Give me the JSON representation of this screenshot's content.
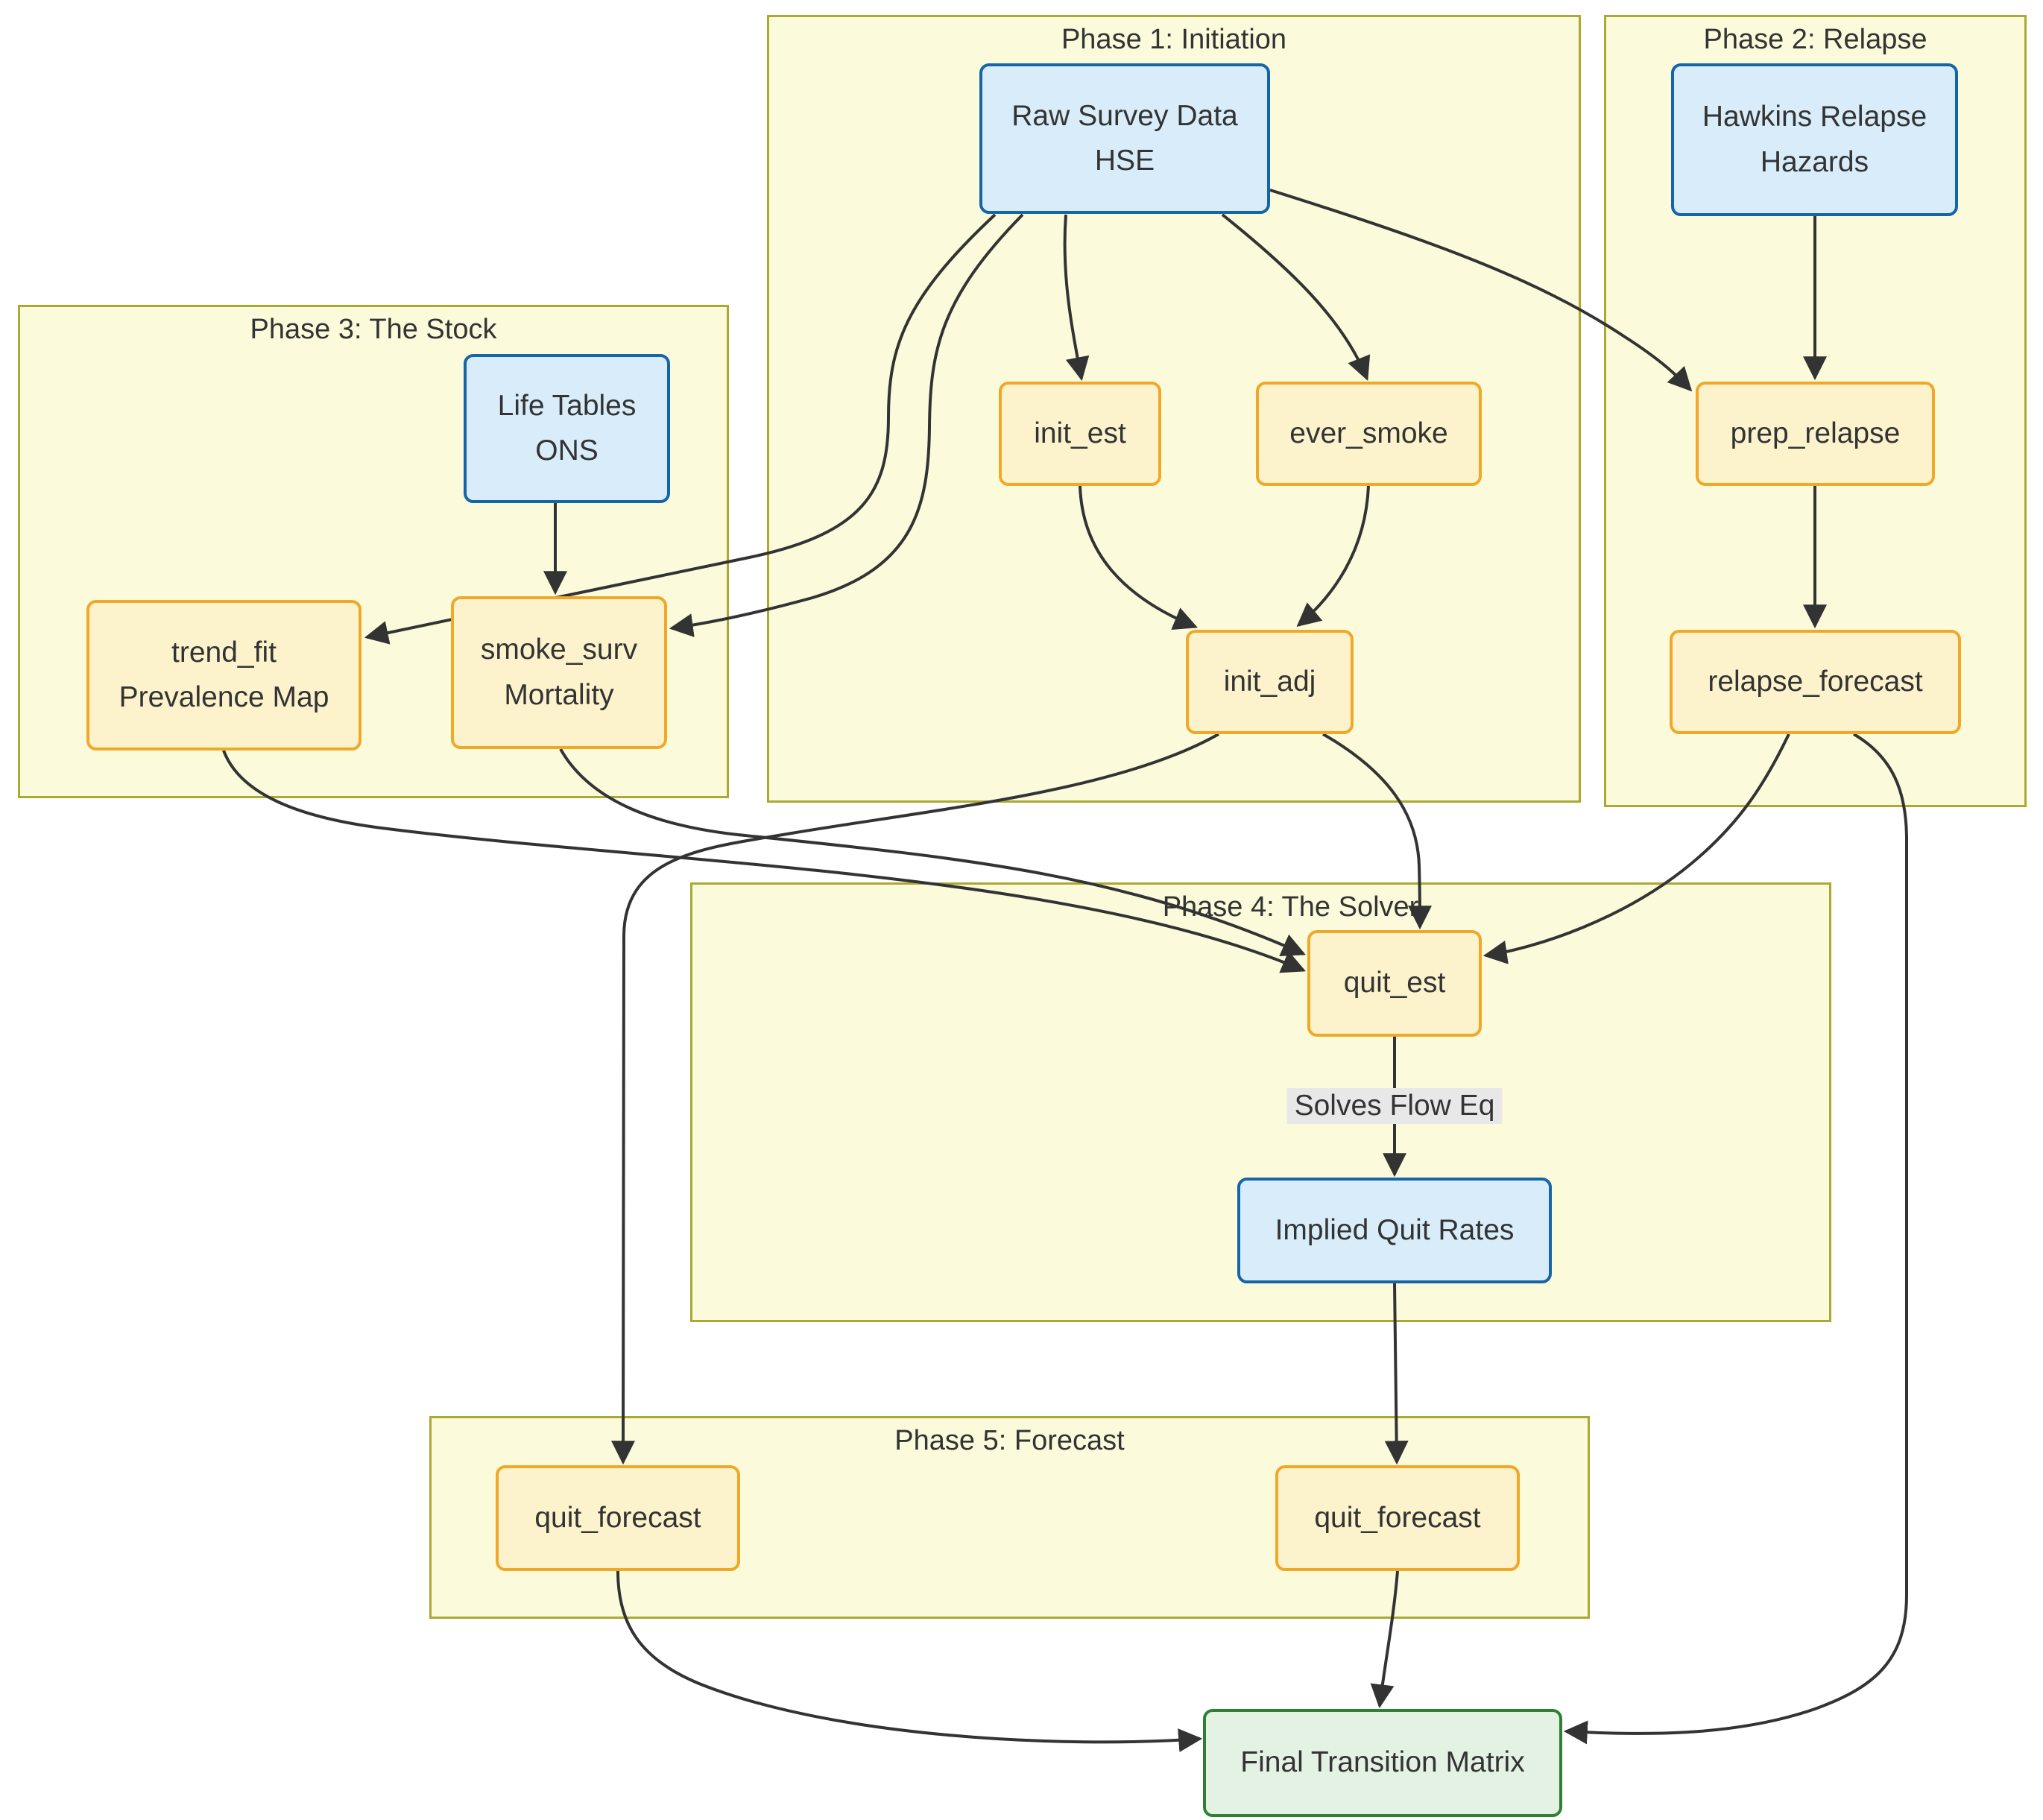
{
  "diagram": {
    "clusters": [
      {
        "id": "phase1",
        "title": "Phase 1: Initiation"
      },
      {
        "id": "phase2",
        "title": "Phase 2: Relapse"
      },
      {
        "id": "phase3",
        "title": "Phase 3: The Stock"
      },
      {
        "id": "phase4",
        "title": "Phase 4: The Solver"
      },
      {
        "id": "phase5",
        "title": "Phase 5: Forecast"
      }
    ],
    "nodes": [
      {
        "id": "raw_survey",
        "lines": [
          "Raw Survey Data",
          "HSE"
        ],
        "type": "data"
      },
      {
        "id": "hawkins",
        "lines": [
          "Hawkins Relapse",
          "Hazards"
        ],
        "type": "data"
      },
      {
        "id": "life_tables",
        "lines": [
          "Life Tables",
          "ONS"
        ],
        "type": "data"
      },
      {
        "id": "init_est",
        "lines": [
          "init_est"
        ],
        "type": "process"
      },
      {
        "id": "ever_smoke",
        "lines": [
          "ever_smoke"
        ],
        "type": "process"
      },
      {
        "id": "init_adj",
        "lines": [
          "init_adj"
        ],
        "type": "process"
      },
      {
        "id": "prep_relapse",
        "lines": [
          "prep_relapse"
        ],
        "type": "process"
      },
      {
        "id": "relapse_forecast",
        "lines": [
          "relapse_forecast"
        ],
        "type": "process"
      },
      {
        "id": "trend_fit",
        "lines": [
          "trend_fit",
          "Prevalence Map"
        ],
        "type": "process"
      },
      {
        "id": "smoke_surv",
        "lines": [
          "smoke_surv",
          "Mortality"
        ],
        "type": "process"
      },
      {
        "id": "quit_est",
        "lines": [
          "quit_est"
        ],
        "type": "process"
      },
      {
        "id": "implied_quit_rates",
        "lines": [
          "Implied Quit Rates"
        ],
        "type": "data"
      },
      {
        "id": "quit_forecast_left",
        "lines": [
          "quit_forecast"
        ],
        "type": "process"
      },
      {
        "id": "quit_forecast_right",
        "lines": [
          "quit_forecast"
        ],
        "type": "process"
      },
      {
        "id": "final_matrix",
        "lines": [
          "Final Transition Matrix"
        ],
        "type": "output"
      }
    ],
    "edges": [
      {
        "from": "raw_survey",
        "to": "init_est"
      },
      {
        "from": "raw_survey",
        "to": "ever_smoke"
      },
      {
        "from": "raw_survey",
        "to": "trend_fit"
      },
      {
        "from": "raw_survey",
        "to": "smoke_surv"
      },
      {
        "from": "raw_survey",
        "to": "prep_relapse"
      },
      {
        "from": "init_est",
        "to": "init_adj"
      },
      {
        "from": "ever_smoke",
        "to": "init_adj"
      },
      {
        "from": "hawkins",
        "to": "prep_relapse"
      },
      {
        "from": "prep_relapse",
        "to": "relapse_forecast"
      },
      {
        "from": "life_tables",
        "to": "smoke_surv"
      },
      {
        "from": "trend_fit",
        "to": "quit_est"
      },
      {
        "from": "smoke_surv",
        "to": "quit_est"
      },
      {
        "from": "init_adj",
        "to": "quit_est"
      },
      {
        "from": "relapse_forecast",
        "to": "quit_est"
      },
      {
        "from": "init_adj",
        "to": "quit_forecast_left"
      },
      {
        "from": "quit_est",
        "to": "implied_quit_rates",
        "label": "Solves Flow Eq"
      },
      {
        "from": "implied_quit_rates",
        "to": "quit_forecast_right"
      },
      {
        "from": "quit_forecast_left",
        "to": "final_matrix"
      },
      {
        "from": "quit_forecast_right",
        "to": "final_matrix"
      },
      {
        "from": "relapse_forecast",
        "to": "final_matrix"
      }
    ],
    "edge_label": "Solves Flow Eq",
    "colors": {
      "cluster_fill": "#fbfbdc",
      "cluster_border": "#aaaa33",
      "process_fill": "#fcf3cd",
      "process_border": "#f0a828",
      "data_fill": "#d8edf9",
      "data_border": "#1565a7",
      "output_fill": "#e4f2e4",
      "output_border": "#2f8032",
      "edge_color": "#333333",
      "text_color": "#333333",
      "edge_label_bg": "#e8e8e8"
    }
  }
}
